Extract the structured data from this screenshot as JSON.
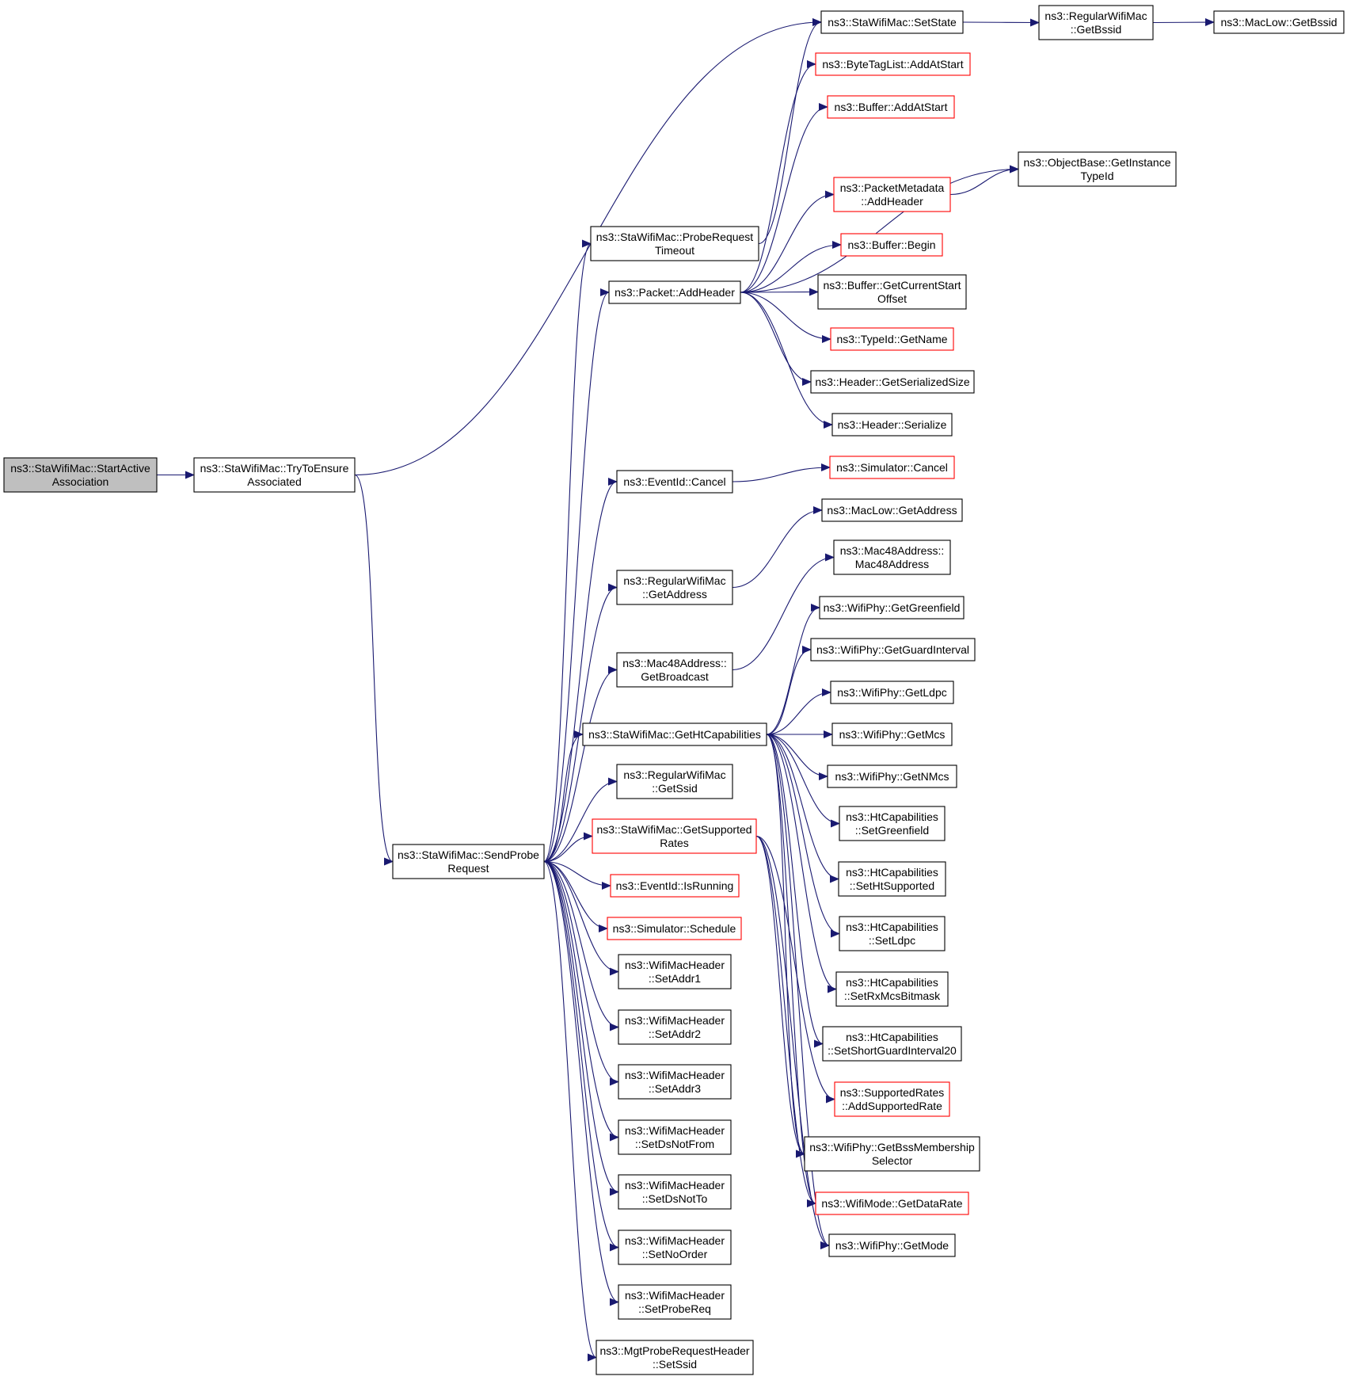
{
  "colors": {
    "edge": "#191970",
    "root_fill": "#bfbfbf",
    "node_border": "#000000",
    "link_border_red": "#ff0000",
    "background": "#ffffff"
  },
  "nodes": [
    {
      "id": "start",
      "lines": [
        "ns3::StaWifiMac::StartActive",
        "Association"
      ],
      "style": "root"
    },
    {
      "id": "tryassoc",
      "lines": [
        "ns3::StaWifiMac::TryToEnsure",
        "Associated"
      ],
      "style": "normal"
    },
    {
      "id": "sendprobe",
      "lines": [
        "ns3::StaWifiMac::SendProbe",
        "Request"
      ],
      "style": "normal"
    },
    {
      "id": "setstate",
      "lines": [
        "ns3::StaWifiMac::SetState"
      ],
      "style": "normal"
    },
    {
      "id": "getbssid_r",
      "lines": [
        "ns3::RegularWifiMac",
        "::GetBssid"
      ],
      "style": "normal"
    },
    {
      "id": "getbssid_m",
      "lines": [
        "ns3::MacLow::GetBssid"
      ],
      "style": "normal"
    },
    {
      "id": "probetimeout",
      "lines": [
        "ns3::StaWifiMac::ProbeRequest",
        "Timeout"
      ],
      "style": "normal"
    },
    {
      "id": "addheader",
      "lines": [
        "ns3::Packet::AddHeader"
      ],
      "style": "normal"
    },
    {
      "id": "bytetag",
      "lines": [
        "ns3::ByteTagList::AddAtStart"
      ],
      "style": "red"
    },
    {
      "id": "bufaddstart",
      "lines": [
        "ns3::Buffer::AddAtStart"
      ],
      "style": "red"
    },
    {
      "id": "getinsttypeid",
      "lines": [
        "ns3::ObjectBase::GetInstance",
        "TypeId"
      ],
      "style": "normal"
    },
    {
      "id": "pmaddheader",
      "lines": [
        "ns3::PacketMetadata",
        "::AddHeader"
      ],
      "style": "red"
    },
    {
      "id": "bufbegin",
      "lines": [
        "ns3::Buffer::Begin"
      ],
      "style": "red"
    },
    {
      "id": "bufcurstart",
      "lines": [
        "ns3::Buffer::GetCurrentStart",
        "Offset"
      ],
      "style": "normal"
    },
    {
      "id": "typeidname",
      "lines": [
        "ns3::TypeId::GetName"
      ],
      "style": "red"
    },
    {
      "id": "hdrsersize",
      "lines": [
        "ns3::Header::GetSerializedSize"
      ],
      "style": "normal"
    },
    {
      "id": "hdrserialize",
      "lines": [
        "ns3::Header::Serialize"
      ],
      "style": "normal"
    },
    {
      "id": "evcancel",
      "lines": [
        "ns3::EventId::Cancel"
      ],
      "style": "normal"
    },
    {
      "id": "simcancel",
      "lines": [
        "ns3::Simulator::Cancel"
      ],
      "style": "red"
    },
    {
      "id": "rwmgetaddr",
      "lines": [
        "ns3::RegularWifiMac",
        "::GetAddress"
      ],
      "style": "normal"
    },
    {
      "id": "maclowgetaddr",
      "lines": [
        "ns3::MacLow::GetAddress"
      ],
      "style": "normal"
    },
    {
      "id": "mac48ctor",
      "lines": [
        "ns3::Mac48Address::",
        "Mac48Address"
      ],
      "style": "normal"
    },
    {
      "id": "mac48bcast",
      "lines": [
        "ns3::Mac48Address::",
        "GetBroadcast"
      ],
      "style": "normal"
    },
    {
      "id": "gethtcap",
      "lines": [
        "ns3::StaWifiMac::GetHtCapabilities"
      ],
      "style": "normal"
    },
    {
      "id": "getgreenfield",
      "lines": [
        "ns3::WifiPhy::GetGreenfield"
      ],
      "style": "normal"
    },
    {
      "id": "getguardint",
      "lines": [
        "ns3::WifiPhy::GetGuardInterval"
      ],
      "style": "normal"
    },
    {
      "id": "getldpc",
      "lines": [
        "ns3::WifiPhy::GetLdpc"
      ],
      "style": "normal"
    },
    {
      "id": "getmcs",
      "lines": [
        "ns3::WifiPhy::GetMcs"
      ],
      "style": "normal"
    },
    {
      "id": "getnmcs",
      "lines": [
        "ns3::WifiPhy::GetNMcs"
      ],
      "style": "normal"
    },
    {
      "id": "setgreenfield",
      "lines": [
        "ns3::HtCapabilities",
        "::SetGreenfield"
      ],
      "style": "normal"
    },
    {
      "id": "sethtsup",
      "lines": [
        "ns3::HtCapabilities",
        "::SetHtSupported"
      ],
      "style": "normal"
    },
    {
      "id": "setldpc",
      "lines": [
        "ns3::HtCapabilities",
        "::SetLdpc"
      ],
      "style": "normal"
    },
    {
      "id": "setrxmcs",
      "lines": [
        "ns3::HtCapabilities",
        "::SetRxMcsBitmask"
      ],
      "style": "normal"
    },
    {
      "id": "setsgi20",
      "lines": [
        "ns3::HtCapabilities",
        "::SetShortGuardInterval20"
      ],
      "style": "normal"
    },
    {
      "id": "rwmgetssid",
      "lines": [
        "ns3::RegularWifiMac",
        "::GetSsid"
      ],
      "style": "normal"
    },
    {
      "id": "getsuprates",
      "lines": [
        "ns3::StaWifiMac::GetSupported",
        "Rates"
      ],
      "style": "red"
    },
    {
      "id": "addsuprate",
      "lines": [
        "ns3::SupportedRates",
        "::AddSupportedRate"
      ],
      "style": "red"
    },
    {
      "id": "getbssmem",
      "lines": [
        "ns3::WifiPhy::GetBssMembership",
        "Selector"
      ],
      "style": "normal"
    },
    {
      "id": "getdatarate",
      "lines": [
        "ns3::WifiMode::GetDataRate"
      ],
      "style": "red"
    },
    {
      "id": "getmode",
      "lines": [
        "ns3::WifiPhy::GetMode"
      ],
      "style": "normal"
    },
    {
      "id": "evisrunning",
      "lines": [
        "ns3::EventId::IsRunning"
      ],
      "style": "red"
    },
    {
      "id": "simschedule",
      "lines": [
        "ns3::Simulator::Schedule"
      ],
      "style": "red"
    },
    {
      "id": "setaddr1",
      "lines": [
        "ns3::WifiMacHeader",
        "::SetAddr1"
      ],
      "style": "normal"
    },
    {
      "id": "setaddr2",
      "lines": [
        "ns3::WifiMacHeader",
        "::SetAddr2"
      ],
      "style": "normal"
    },
    {
      "id": "setaddr3",
      "lines": [
        "ns3::WifiMacHeader",
        "::SetAddr3"
      ],
      "style": "normal"
    },
    {
      "id": "setdsnotfrom",
      "lines": [
        "ns3::WifiMacHeader",
        "::SetDsNotFrom"
      ],
      "style": "normal"
    },
    {
      "id": "setdsnotto",
      "lines": [
        "ns3::WifiMacHeader",
        "::SetDsNotTo"
      ],
      "style": "normal"
    },
    {
      "id": "setnoorder",
      "lines": [
        "ns3::WifiMacHeader",
        "::SetNoOrder"
      ],
      "style": "normal"
    },
    {
      "id": "setprobereq",
      "lines": [
        "ns3::WifiMacHeader",
        "::SetProbeReq"
      ],
      "style": "normal"
    },
    {
      "id": "mgtsetssid",
      "lines": [
        "ns3::MgtProbeRequestHeader",
        "::SetSsid"
      ],
      "style": "normal"
    }
  ],
  "edges": [
    [
      "start",
      "tryassoc"
    ],
    [
      "tryassoc",
      "setstate"
    ],
    [
      "tryassoc",
      "sendprobe"
    ],
    [
      "setstate",
      "getbssid_r"
    ],
    [
      "getbssid_r",
      "getbssid_m"
    ],
    [
      "probetimeout",
      "setstate"
    ],
    [
      "addheader",
      "bytetag"
    ],
    [
      "addheader",
      "bufaddstart"
    ],
    [
      "addheader",
      "getinsttypeid"
    ],
    [
      "addheader",
      "pmaddheader"
    ],
    [
      "addheader",
      "bufbegin"
    ],
    [
      "addheader",
      "bufcurstart"
    ],
    [
      "addheader",
      "typeidname"
    ],
    [
      "addheader",
      "hdrsersize"
    ],
    [
      "addheader",
      "hdrserialize"
    ],
    [
      "pmaddheader",
      "getinsttypeid"
    ],
    [
      "evcancel",
      "simcancel"
    ],
    [
      "rwmgetaddr",
      "maclowgetaddr"
    ],
    [
      "mac48bcast",
      "mac48ctor"
    ],
    [
      "gethtcap",
      "getgreenfield"
    ],
    [
      "gethtcap",
      "getguardint"
    ],
    [
      "gethtcap",
      "getldpc"
    ],
    [
      "gethtcap",
      "getmcs"
    ],
    [
      "gethtcap",
      "getnmcs"
    ],
    [
      "gethtcap",
      "setgreenfield"
    ],
    [
      "gethtcap",
      "sethtsup"
    ],
    [
      "gethtcap",
      "setldpc"
    ],
    [
      "gethtcap",
      "setrxmcs"
    ],
    [
      "gethtcap",
      "setsgi20"
    ],
    [
      "gethtcap",
      "getbssmem"
    ],
    [
      "gethtcap",
      "getdatarate"
    ],
    [
      "gethtcap",
      "getmode"
    ],
    [
      "getsuprates",
      "addsuprate"
    ],
    [
      "getsuprates",
      "getbssmem"
    ],
    [
      "getsuprates",
      "getdatarate"
    ],
    [
      "getsuprates",
      "getmode"
    ],
    [
      "sendprobe",
      "probetimeout"
    ],
    [
      "sendprobe",
      "addheader"
    ],
    [
      "sendprobe",
      "evcancel"
    ],
    [
      "sendprobe",
      "rwmgetaddr"
    ],
    [
      "sendprobe",
      "mac48bcast"
    ],
    [
      "sendprobe",
      "gethtcap"
    ],
    [
      "sendprobe",
      "rwmgetssid"
    ],
    [
      "sendprobe",
      "getsuprates"
    ],
    [
      "sendprobe",
      "evisrunning"
    ],
    [
      "sendprobe",
      "simschedule"
    ],
    [
      "sendprobe",
      "setaddr1"
    ],
    [
      "sendprobe",
      "setaddr2"
    ],
    [
      "sendprobe",
      "setaddr3"
    ],
    [
      "sendprobe",
      "setdsnotfrom"
    ],
    [
      "sendprobe",
      "setdsnotto"
    ],
    [
      "sendprobe",
      "setnoorder"
    ],
    [
      "sendprobe",
      "setprobereq"
    ],
    [
      "sendprobe",
      "mgtsetssid"
    ]
  ]
}
